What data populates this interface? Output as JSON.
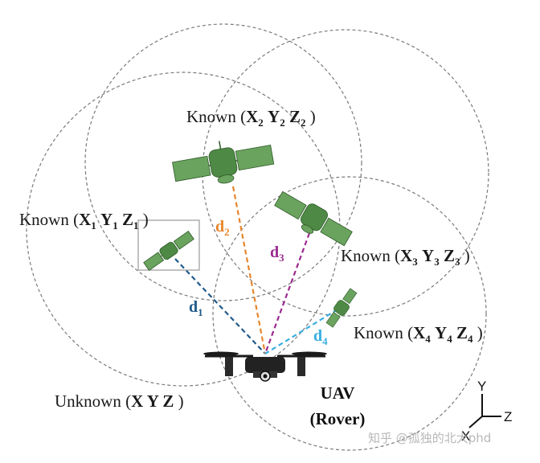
{
  "known_label": "Known",
  "unknown_label": "Unknown",
  "satellites": [
    {
      "id": "sat1",
      "x": "X",
      "xs": "1",
      "y": "Y",
      "ys": "1",
      "z": "Z",
      "zs": "1",
      "d": "d",
      "ds": "1",
      "color": "#1f5a8a"
    },
    {
      "id": "sat2",
      "x": "X",
      "xs": "2",
      "y": "Y",
      "ys": "2",
      "z": "Z",
      "zs": "2",
      "d": "d",
      "ds": "2",
      "color": "#e8862c"
    },
    {
      "id": "sat3",
      "x": "X",
      "xs": "3",
      "y": "Y",
      "ys": "3",
      "z": "Z",
      "zs": "3",
      "d": "d",
      "ds": "3",
      "color": "#9a2a8e"
    },
    {
      "id": "sat4",
      "x": "X",
      "xs": "4",
      "y": "Y",
      "ys": "4",
      "z": "Z",
      "zs": "4",
      "d": "d",
      "ds": "4",
      "color": "#38aee0"
    }
  ],
  "rover": {
    "coords": "X Y Z",
    "title": "UAV",
    "subtitle": "(Rover)"
  },
  "axes": {
    "y": "Y",
    "z": "Z",
    "x": "X"
  },
  "watermark": "知乎 @孤独的北大phd",
  "colors": {
    "satellite_body": "#4e8a45",
    "satellite_panel": "#6aa35e",
    "drone": "#1a1a1a",
    "circle": "#7a7a7a"
  }
}
